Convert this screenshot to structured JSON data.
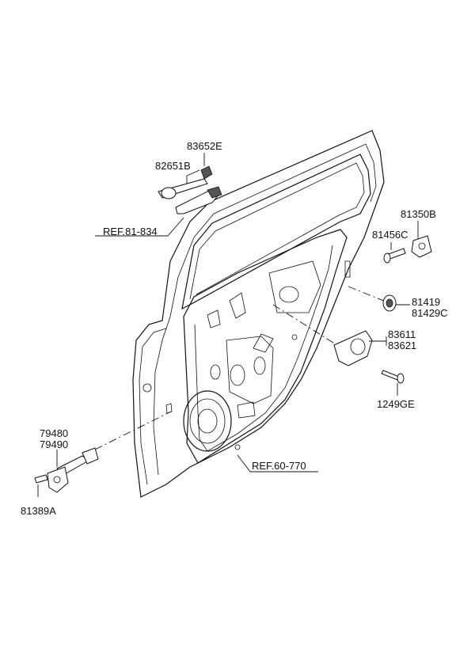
{
  "labels": {
    "p83652E": "83652E",
    "p82651B": "82651B",
    "ref81834": "REF.81-834",
    "p81350B": "81350B",
    "p81456C": "81456C",
    "p81419": "81419",
    "p81429C": "81429C",
    "p83611": "83611",
    "p83621": "83621",
    "p1249GE": "1249GE",
    "ref60770": "REF.60-770",
    "p79480": "79480",
    "p79490": "79490",
    "p81389A": "81389A"
  }
}
